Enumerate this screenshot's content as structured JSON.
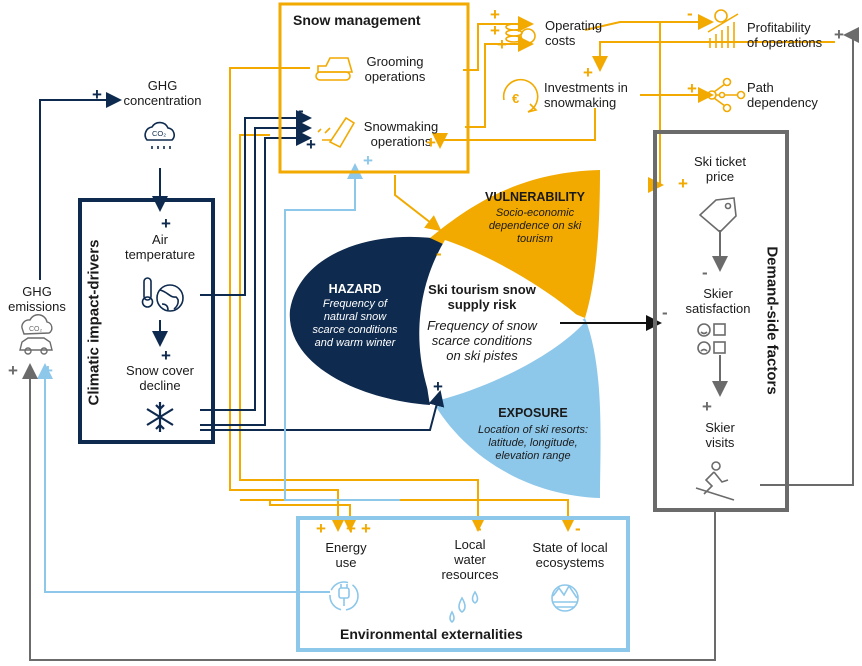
{
  "snow_management": {
    "title": "Snow management",
    "grooming": [
      "Grooming",
      "operations"
    ],
    "snowmaking": [
      "Snowmaking",
      "operations"
    ]
  },
  "operating_costs": [
    "Operating",
    "costs"
  ],
  "profitability": [
    "Profitability",
    "of operations"
  ],
  "investments": [
    "Investments in",
    "snowmaking"
  ],
  "path_dependency": [
    "Path",
    "dependency"
  ],
  "ghg_concentration": [
    "GHG",
    "concentration"
  ],
  "ghg_emissions": [
    "GHG",
    "emissions"
  ],
  "climatic": {
    "title": "Climatic impact-drivers",
    "air_temperature": [
      "Air",
      "temperature"
    ],
    "snow_cover": [
      "Snow cover",
      "decline"
    ]
  },
  "risk": {
    "vulnerability_title": "VULNERABILITY",
    "vulnerability_body": [
      "Socio-economic",
      "dependence on ski",
      "tourism"
    ],
    "hazard_title": "HAZARD",
    "hazard_body": [
      "Frequency of",
      "natural snow",
      "scarce conditions",
      "and warm winter"
    ],
    "exposure_title": "EXPOSURE",
    "exposure_body": [
      "Location of ski resorts:",
      "latitude, longitude,",
      "elevation range"
    ],
    "center_title": [
      "Ski tourism snow",
      "supply risk"
    ],
    "center_body": [
      "Frequency of snow",
      "scarce conditions",
      "on ski pistes"
    ]
  },
  "demand": {
    "title": "Demand-side factors",
    "ticket_price": [
      "Ski ticket",
      "price"
    ],
    "satisfaction": [
      "Skier",
      "satisfaction"
    ],
    "visits": [
      "Skier",
      "visits"
    ]
  },
  "environment": {
    "title": "Environmental externalities",
    "energy": [
      "Energy",
      "use"
    ],
    "water": [
      "Local",
      "water",
      "resources"
    ],
    "ecosystems": [
      "State of local",
      "ecosystems"
    ]
  },
  "icons": {
    "coins": "coins-icon",
    "chart": "profit-chart-icon",
    "euro_cycle": "euro-cycle-icon",
    "network": "path-network-icon",
    "groomer": "snow-groomer-icon",
    "snow_cannon": "snow-cannon-icon",
    "co2": "co2-cloud-icon",
    "thermometer_globe": "thermometer-globe-icon",
    "snowflake": "snowflake-icon",
    "car_co2": "car-co2-icon",
    "price_tag": "price-tag-icon",
    "smileys": "satisfaction-icon",
    "skier": "skier-icon",
    "plug": "energy-plug-icon",
    "water_drops": "water-drops-icon",
    "globe": "ecosystem-globe-icon"
  },
  "colors": {
    "management": "#F2A900",
    "climate": "#0E2A4E",
    "exposure": "#8DC7EA",
    "demand": "#6b6b6b",
    "environment": "#8DC7EA"
  }
}
